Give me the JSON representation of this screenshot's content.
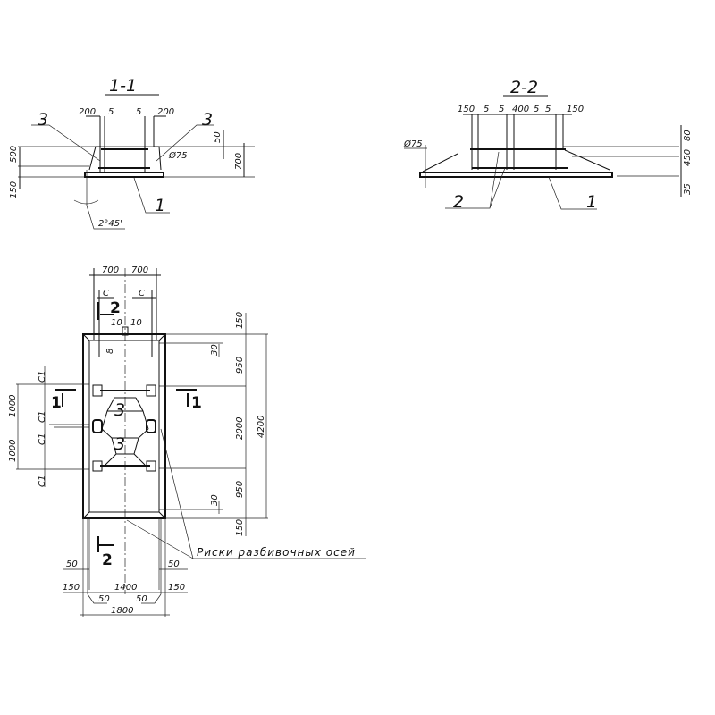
{
  "section_1_1": {
    "title": "1-1",
    "dims_top": [
      "200",
      "5",
      "5",
      "200"
    ],
    "callout_left": "3",
    "callout_right": "3",
    "dim_left_upper": "500",
    "dim_left_lower": "150",
    "dim_right_small": "50",
    "dim_right_total": "700",
    "diameter": "Ø75",
    "callout_slab": "1",
    "angle": "2°45'"
  },
  "section_2_2": {
    "title": "2-2",
    "dims_top": [
      "150",
      "5",
      "5",
      "400",
      "5",
      "5",
      "150"
    ],
    "diameter": "Ø75",
    "callout_beams": "2",
    "callout_slab": "1",
    "dims_right": [
      "80",
      "450",
      "35"
    ]
  },
  "plan": {
    "dims_top": [
      "700",
      "700"
    ],
    "dims_c": [
      "C",
      "C"
    ],
    "section_mark_top": "2",
    "section_mark_bottom": "2",
    "dims_notch": [
      "10",
      "10"
    ],
    "dim_notch_depth": "8",
    "dims_left_c1": [
      "C1",
      "C1",
      "C1",
      "C1"
    ],
    "dims_left": [
      "1000",
      "1000"
    ],
    "section_mark_left": "1",
    "section_mark_right": "1",
    "callouts_inner": [
      "3",
      "3"
    ],
    "dims_right": [
      "150",
      "950",
      "2000",
      "950",
      "150"
    ],
    "dim_right_total": "4200",
    "dims_right_small": [
      "30",
      "30"
    ],
    "note": "Риски разбивочных осей",
    "dims_bottom_outer_50": [
      "50",
      "50"
    ],
    "dims_bottom_150": [
      "150",
      "150"
    ],
    "dim_bottom_inner": "1400",
    "dims_bottom_inner_50": [
      "50",
      "50"
    ],
    "dim_bottom_total": "1800"
  }
}
